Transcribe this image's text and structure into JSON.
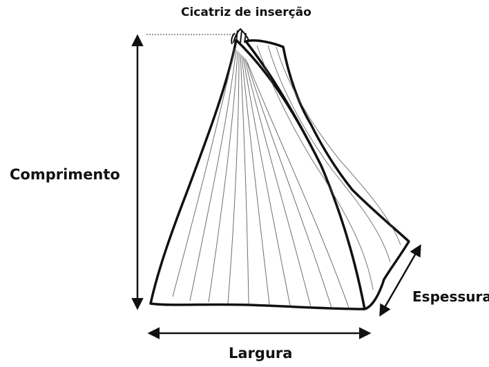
{
  "labels": {
    "insertion_scar": "Cicatriz de inserção",
    "length": "Comprimento",
    "thickness": "Espessura",
    "width": "Largura"
  },
  "colors": {
    "ink": "#111111",
    "fiber": "#555555",
    "background": "#ffffff"
  }
}
